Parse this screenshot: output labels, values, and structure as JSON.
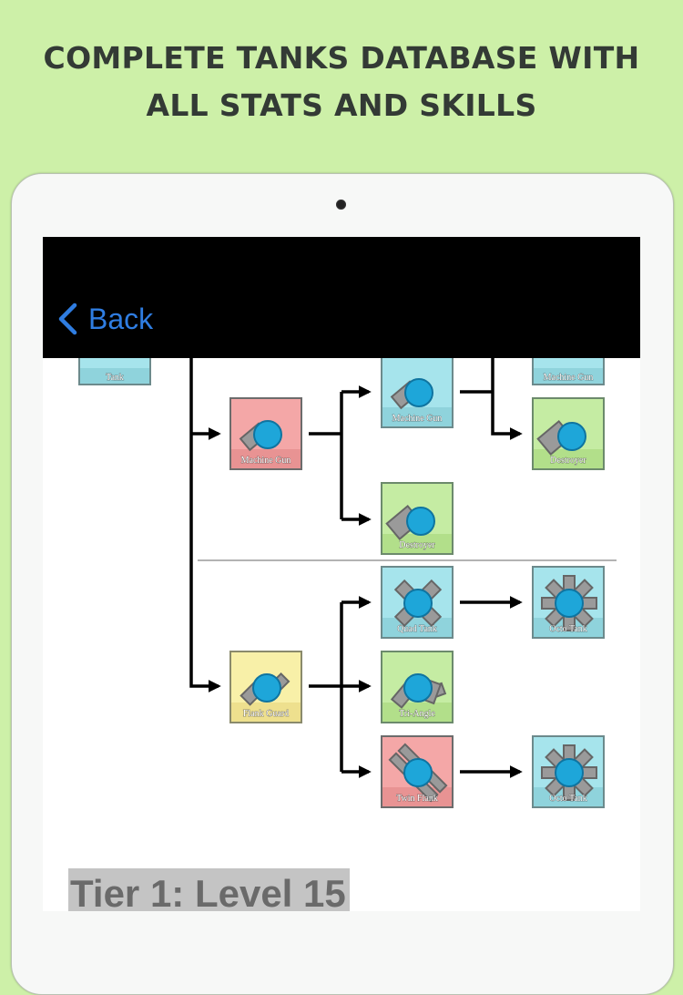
{
  "headline": {
    "line1": "COMPLETE TANKS DATABASE WITH",
    "line2": "ALL STATS AND SKILLS"
  },
  "navbar": {
    "back_label": "Back"
  },
  "tree": {
    "tanks": [
      {
        "label": "Tank",
        "color": "#a6e4ec",
        "icon": "basic-tank-icon"
      },
      {
        "label": "Machine Gun",
        "color": "#f4a7a7",
        "icon": "machine-gun-tank-icon"
      },
      {
        "label": "Machine Gun",
        "color": "#a6e4ec",
        "icon": "machine-gun-tank-icon"
      },
      {
        "label": "Machine Gun",
        "color": "#a6e4ec",
        "icon": "machine-gun-tank-icon"
      },
      {
        "label": "Destroyer",
        "color": "#c5eca3",
        "icon": "destroyer-tank-icon"
      },
      {
        "label": "Destroyer",
        "color": "#c5eca3",
        "icon": "destroyer-tank-icon"
      },
      {
        "label": "Flank Guard",
        "color": "#f8f0a8",
        "icon": "flank-guard-tank-icon"
      },
      {
        "label": "Quad Tank",
        "color": "#a6e4ec",
        "icon": "quad-tank-icon"
      },
      {
        "label": "Octo Tank",
        "color": "#a6e4ec",
        "icon": "octo-tank-icon"
      },
      {
        "label": "Tri-Angle",
        "color": "#c5eca3",
        "icon": "tri-angle-tank-icon"
      },
      {
        "label": "Twin Flank",
        "color": "#f4a7a7",
        "icon": "twin-flank-tank-icon"
      },
      {
        "label": "Octo Tank",
        "color": "#a6e4ec",
        "icon": "octo-tank-icon"
      }
    ]
  },
  "tier_label": "Tier 1: Level 15"
}
